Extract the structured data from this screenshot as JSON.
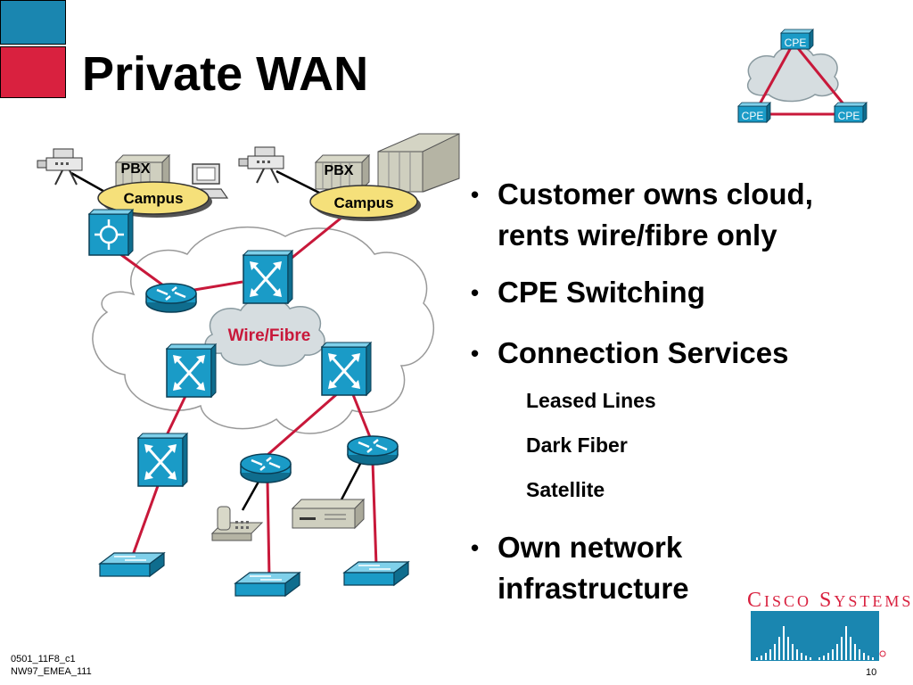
{
  "slide": {
    "title": "Private WAN",
    "footer_code_1": "0501_11F8_c1",
    "footer_code_2": "NW97_EMEA_111",
    "page_number": "10"
  },
  "bullets": [
    {
      "lines": [
        "Customer owns cloud,",
        "rents wire/fibre only"
      ]
    },
    {
      "lines": [
        "CPE Switching"
      ]
    },
    {
      "lines": [
        "Connection Services"
      ],
      "sub_items": [
        "Leased Lines",
        "Dark Fiber",
        "Satellite"
      ]
    },
    {
      "lines": [
        "Own network",
        "infrastructure"
      ]
    }
  ],
  "diagram": {
    "cloud_label": "Wire/Fibre",
    "campus_label_1": "Campus",
    "campus_label_2": "Campus",
    "pbx_label_1": "PBX",
    "pbx_label_2": "PBX",
    "cpe_labels": [
      "CPE",
      "CPE",
      "CPE"
    ]
  },
  "logo": {
    "wordmark": "Cisco Systems",
    "color_red": "#d9213f",
    "color_blue": "#1a86b0"
  },
  "colors": {
    "link_red": "#c8183a",
    "device_blue": "#1a9bc7",
    "campus_yellow": "#f5e07a",
    "cloud_gray": "#d6dde0"
  }
}
